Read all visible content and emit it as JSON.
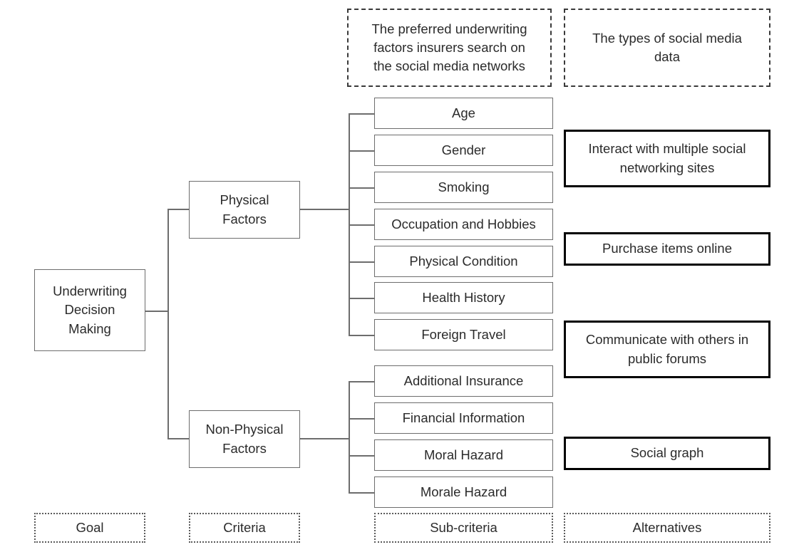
{
  "diagram": {
    "title": "Underwriting Decision Making AHP hierarchy",
    "colors": {
      "text": "#2b2b2b",
      "thin_border": "#6d6d6d",
      "thick_border": "#000000",
      "dashed_border": "#3a3a3a",
      "dotted_border": "#5a5a5a",
      "background": "#ffffff"
    }
  },
  "headers": [
    {
      "id": "sub-criteria-header",
      "label": "The preferred underwriting\nfactors insurers search on\nthe social media networks"
    },
    {
      "id": "alternatives-header",
      "label": "The types of social media\ndata"
    }
  ],
  "goal": {
    "label": "Underwriting\nDecision\nMaking"
  },
  "criteria": [
    {
      "id": "physical-factors",
      "label": "Physical\nFactors"
    },
    {
      "id": "non-physical-factors",
      "label": "Non-Physical\nFactors"
    }
  ],
  "sub_criteria": {
    "physical": [
      {
        "label": "Age"
      },
      {
        "label": "Gender"
      },
      {
        "label": "Smoking"
      },
      {
        "label": "Occupation and Hobbies"
      },
      {
        "label": "Physical Condition"
      },
      {
        "label": "Health History"
      },
      {
        "label": "Foreign Travel"
      }
    ],
    "non_physical": [
      {
        "label": "Additional Insurance"
      },
      {
        "label": "Financial Information"
      },
      {
        "label": "Moral Hazard"
      },
      {
        "label": "Morale Hazard"
      }
    ]
  },
  "alternatives": [
    {
      "label": "Interact with multiple social\nnetworking sites"
    },
    {
      "label": "Purchase items online"
    },
    {
      "label": "Communicate with others in\npublic forums"
    },
    {
      "label": "Social graph"
    }
  ],
  "legend": [
    {
      "id": "legend-goal",
      "label": "Goal"
    },
    {
      "id": "legend-criteria",
      "label": "Criteria"
    },
    {
      "id": "legend-sub-criteria",
      "label": "Sub-criteria"
    },
    {
      "id": "legend-alternatives",
      "label": "Alternatives"
    }
  ]
}
